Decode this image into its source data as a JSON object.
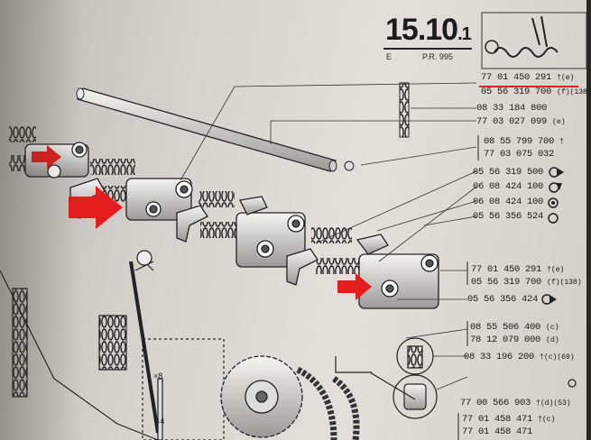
{
  "header": {
    "page_number": "15.10",
    "page_sub": ".1",
    "edition": "E",
    "pr_code": "P.R. 995"
  },
  "parts": [
    {
      "id": "p1",
      "code": "77 01 450 291",
      "note": "†(e)"
    },
    {
      "id": "p2",
      "code": "05 56 319 700",
      "note": "(f)(138)"
    },
    {
      "id": "p3",
      "code": "08 33 184 800",
      "note": ""
    },
    {
      "id": "p4",
      "code": "77 03 027 099",
      "note": "(e)"
    },
    {
      "id": "p5",
      "code": "08 55 799 700",
      "note": "†"
    },
    {
      "id": "p6",
      "code": "77 03 075 032",
      "note": ""
    },
    {
      "id": "p7",
      "code": "05 56 319 500",
      "note": ""
    },
    {
      "id": "p8",
      "code": "06 08 424 100",
      "note": ""
    },
    {
      "id": "p9",
      "code": "06 08 424 100",
      "note": ""
    },
    {
      "id": "p10",
      "code": "05 56 356 524",
      "note": ""
    },
    {
      "id": "p11",
      "code": "77 01 450 291",
      "note": "†(e)"
    },
    {
      "id": "p12",
      "code": "05 56 319 700",
      "note": "(f)(138)"
    },
    {
      "id": "p13",
      "code": "05 56 356 424",
      "note": ""
    },
    {
      "id": "p14",
      "code": "08 55 506 400",
      "note": "(c)"
    },
    {
      "id": "p15",
      "code": "78 12 079 000",
      "note": "(d)"
    },
    {
      "id": "p16",
      "code": "08 33 196 200",
      "note": "†(c)(69)"
    },
    {
      "id": "p17",
      "code": "77 00 566 903",
      "note": "†(d)(53)"
    },
    {
      "id": "p18",
      "code": "77 01 458 471",
      "note": "†(c)"
    },
    {
      "id": "p19",
      "code": "77 01 458 471",
      "note": ""
    }
  ],
  "callouts": {
    "qty_a": "×8",
    "qty_b": "×4"
  },
  "colors": {
    "arrow": "#e41e1e",
    "ink": "#1c1c1c",
    "paper": "#dcd9d4"
  }
}
